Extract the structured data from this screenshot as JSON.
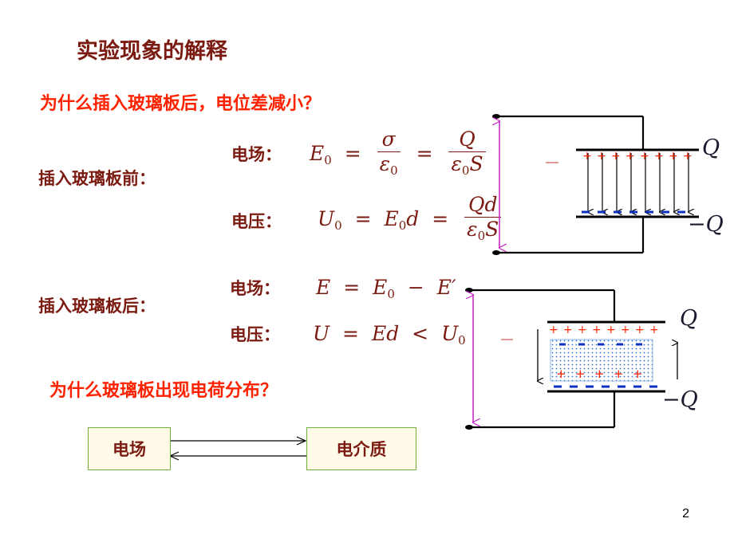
{
  "title": "实验现象的解释",
  "question1": "为什么插入玻璃板后，电位差减小？",
  "question2": "为什么玻璃板出现电荷分布？",
  "before": {
    "label": "插入玻璃板前：",
    "field_label": "电场：",
    "voltage_label": "电压："
  },
  "after": {
    "label": "插入玻璃板后：",
    "field_label": "电场：",
    "voltage_label": "电压："
  },
  "math": {
    "E": "E",
    "sub0": "0",
    "eq": "=",
    "sigma": "σ",
    "eps": "ε",
    "Q": "Q",
    "S": "S",
    "U": "U",
    "d": "d",
    "Qd": "Qd",
    "minus": "−",
    "Eprime": "E′",
    "lt": "<"
  },
  "plates": {
    "top_charge": "Q",
    "bottom_charge": "−Q",
    "plus": "+",
    "minus": "−"
  },
  "boxes": {
    "field": "电场",
    "dielectric": "电介质"
  },
  "page_number": "2",
  "colors": {
    "dark_red": "#7a1a10",
    "red": "#ff2200",
    "blue": "#1030c0",
    "magenta": "#c020c0",
    "box_border": "#6fae3a"
  }
}
